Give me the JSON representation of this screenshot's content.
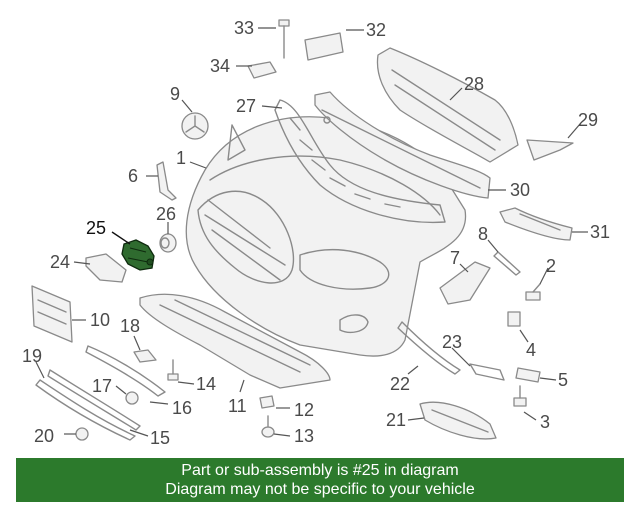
{
  "highlight": {
    "part_number": "25",
    "color": "#2f6b2f"
  },
  "callouts": [
    {
      "id": "1",
      "label": "1"
    },
    {
      "id": "2",
      "label": "2"
    },
    {
      "id": "3",
      "label": "3"
    },
    {
      "id": "4",
      "label": "4"
    },
    {
      "id": "5",
      "label": "5"
    },
    {
      "id": "6",
      "label": "6"
    },
    {
      "id": "7",
      "label": "7"
    },
    {
      "id": "8",
      "label": "8"
    },
    {
      "id": "9",
      "label": "9"
    },
    {
      "id": "10",
      "label": "10"
    },
    {
      "id": "11",
      "label": "11"
    },
    {
      "id": "12",
      "label": "12"
    },
    {
      "id": "13",
      "label": "13"
    },
    {
      "id": "14",
      "label": "14"
    },
    {
      "id": "15",
      "label": "15"
    },
    {
      "id": "16",
      "label": "16"
    },
    {
      "id": "17",
      "label": "17"
    },
    {
      "id": "18",
      "label": "18"
    },
    {
      "id": "19",
      "label": "19"
    },
    {
      "id": "20",
      "label": "20"
    },
    {
      "id": "21",
      "label": "21"
    },
    {
      "id": "22",
      "label": "22"
    },
    {
      "id": "23",
      "label": "23"
    },
    {
      "id": "24",
      "label": "24"
    },
    {
      "id": "25",
      "label": "25"
    },
    {
      "id": "26",
      "label": "26"
    },
    {
      "id": "27",
      "label": "27"
    },
    {
      "id": "28",
      "label": "28"
    },
    {
      "id": "29",
      "label": "29"
    },
    {
      "id": "30",
      "label": "30"
    },
    {
      "id": "31",
      "label": "31"
    },
    {
      "id": "32",
      "label": "32"
    },
    {
      "id": "33",
      "label": "33"
    },
    {
      "id": "34",
      "label": "34"
    }
  ],
  "footer": {
    "line1": "Part or sub-assembly is #25 in diagram",
    "line2": "Diagram may not be specific to your vehicle",
    "background": "#2c7a2c"
  }
}
